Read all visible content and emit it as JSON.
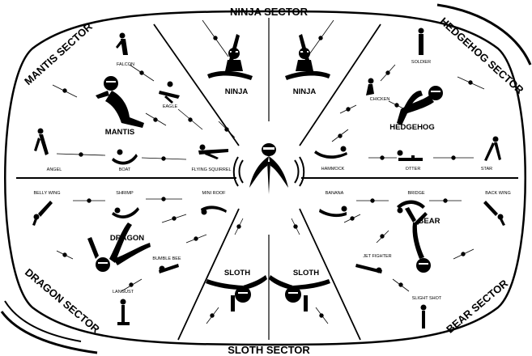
{
  "sectors": {
    "ninja": "NINJA SECTOR",
    "hedgehog": "HEDGEHOG SECTOR",
    "bear": "BEAR SECTOR",
    "sloth": "SLOTH SECTOR",
    "dragon": "DRAGON SECTOR",
    "mantis": "MANTIS SECTOR"
  },
  "main_poses": {
    "ninja_left": "NINJA",
    "ninja_right": "NINJA",
    "mantis": "MANTIS",
    "hedgehog": "HEDGEHOG",
    "dragon": "DRAGON",
    "bear": "BEAR",
    "sloth_left": "SLOTH",
    "sloth_right": "SLOTH"
  },
  "poses": {
    "falcon": "FALCON",
    "eagle": "EAGLE",
    "angel": "ANGEL",
    "boat": "BOAT",
    "flying_squirrel": "FLYING SQUIRREL",
    "soldier": "SOLDIER",
    "chicken": "CHICKEN",
    "hammock": "HAMMOCK",
    "otter": "OTTER",
    "star": "STAR",
    "belly_wing": "BELLY WING",
    "shrimp": "SHRIMP",
    "mini_roof": "MINI ROOF",
    "bumble_bee": "BUMBLE BEE",
    "langust": "LANGUST",
    "banana": "BANANA",
    "bridge": "BRIDGE",
    "back_wing": "BACK WING",
    "jet_fighter": "JET FIGHTER",
    "slight_shot": "SLIGHT SHOT"
  }
}
